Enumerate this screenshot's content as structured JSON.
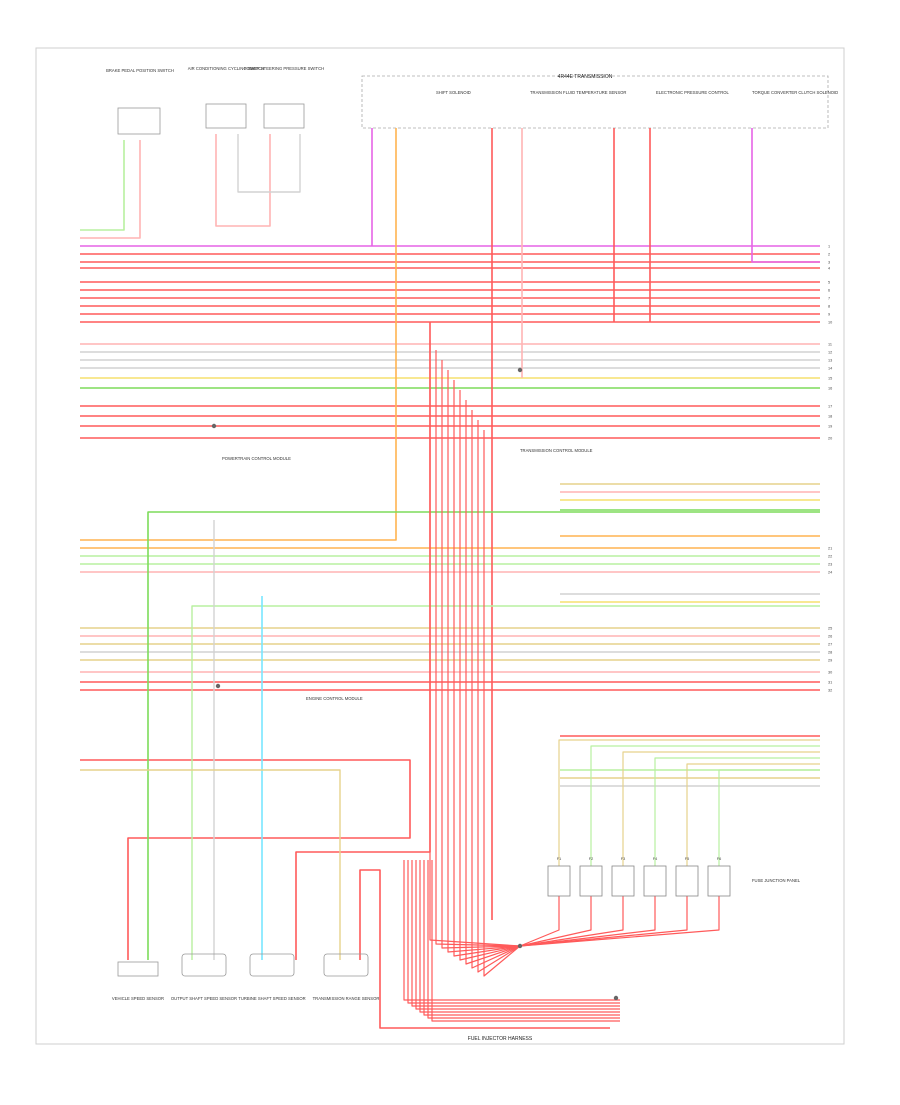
{
  "diagram": {
    "figure_number": "",
    "wire_colors": {
      "red": "#ff5a5a",
      "pink": "#ffb4b4",
      "green": "#7ddc5a",
      "light_green": "#b8f0a0",
      "yellow": "#f5e16e",
      "tan": "#e6d28c",
      "light_gray": "#d2d2d2",
      "violet": "#e664e6",
      "light_blue": "#78e6ff",
      "orange": "#ffb450"
    },
    "top_components": [
      {
        "id": "c1",
        "label": "BRAKE PEDAL POSITION SWITCH"
      },
      {
        "id": "c2",
        "label": "AIR CONDITIONING CYCLING SWITCH"
      },
      {
        "id": "c3",
        "label": "POWER STEERING PRESSURE SWITCH"
      }
    ],
    "transmission_box": {
      "title": "4R44E TRANSMISSION",
      "parts": [
        {
          "label": "SHIFT SOLENOID"
        },
        {
          "label": "TRANSMISSION FLUID TEMPERATURE SENSOR"
        },
        {
          "label": "ELECTRONIC PRESSURE CONTROL"
        },
        {
          "label": "TORQUE CONVERTER CLUTCH SOLENOID"
        }
      ]
    },
    "splice_labels": [
      {
        "id": "s1",
        "text": "POWERTRAIN CONTROL MODULE"
      },
      {
        "id": "s2",
        "text": "TRANSMISSION CONTROL MODULE"
      },
      {
        "id": "s3",
        "text": "ENGINE CONTROL MODULE"
      }
    ],
    "bottom_components": [
      {
        "id": "b1",
        "label": "VEHICLE SPEED SENSOR"
      },
      {
        "id": "b2",
        "label": "OUTPUT SHAFT SPEED SENSOR"
      },
      {
        "id": "b3",
        "label": "TURBINE SHAFT SPEED SENSOR"
      },
      {
        "id": "b4",
        "label": "TRANSMISSION RANGE SENSOR"
      }
    ],
    "fuse_block": {
      "label": "FUSE JUNCTION PANEL",
      "fuses": [
        "F1",
        "F2",
        "F3",
        "F4",
        "F5",
        "F6"
      ]
    },
    "bottom_caption": "FUEL INJECTOR HARNESS",
    "bottom_caption_2": ""
  }
}
